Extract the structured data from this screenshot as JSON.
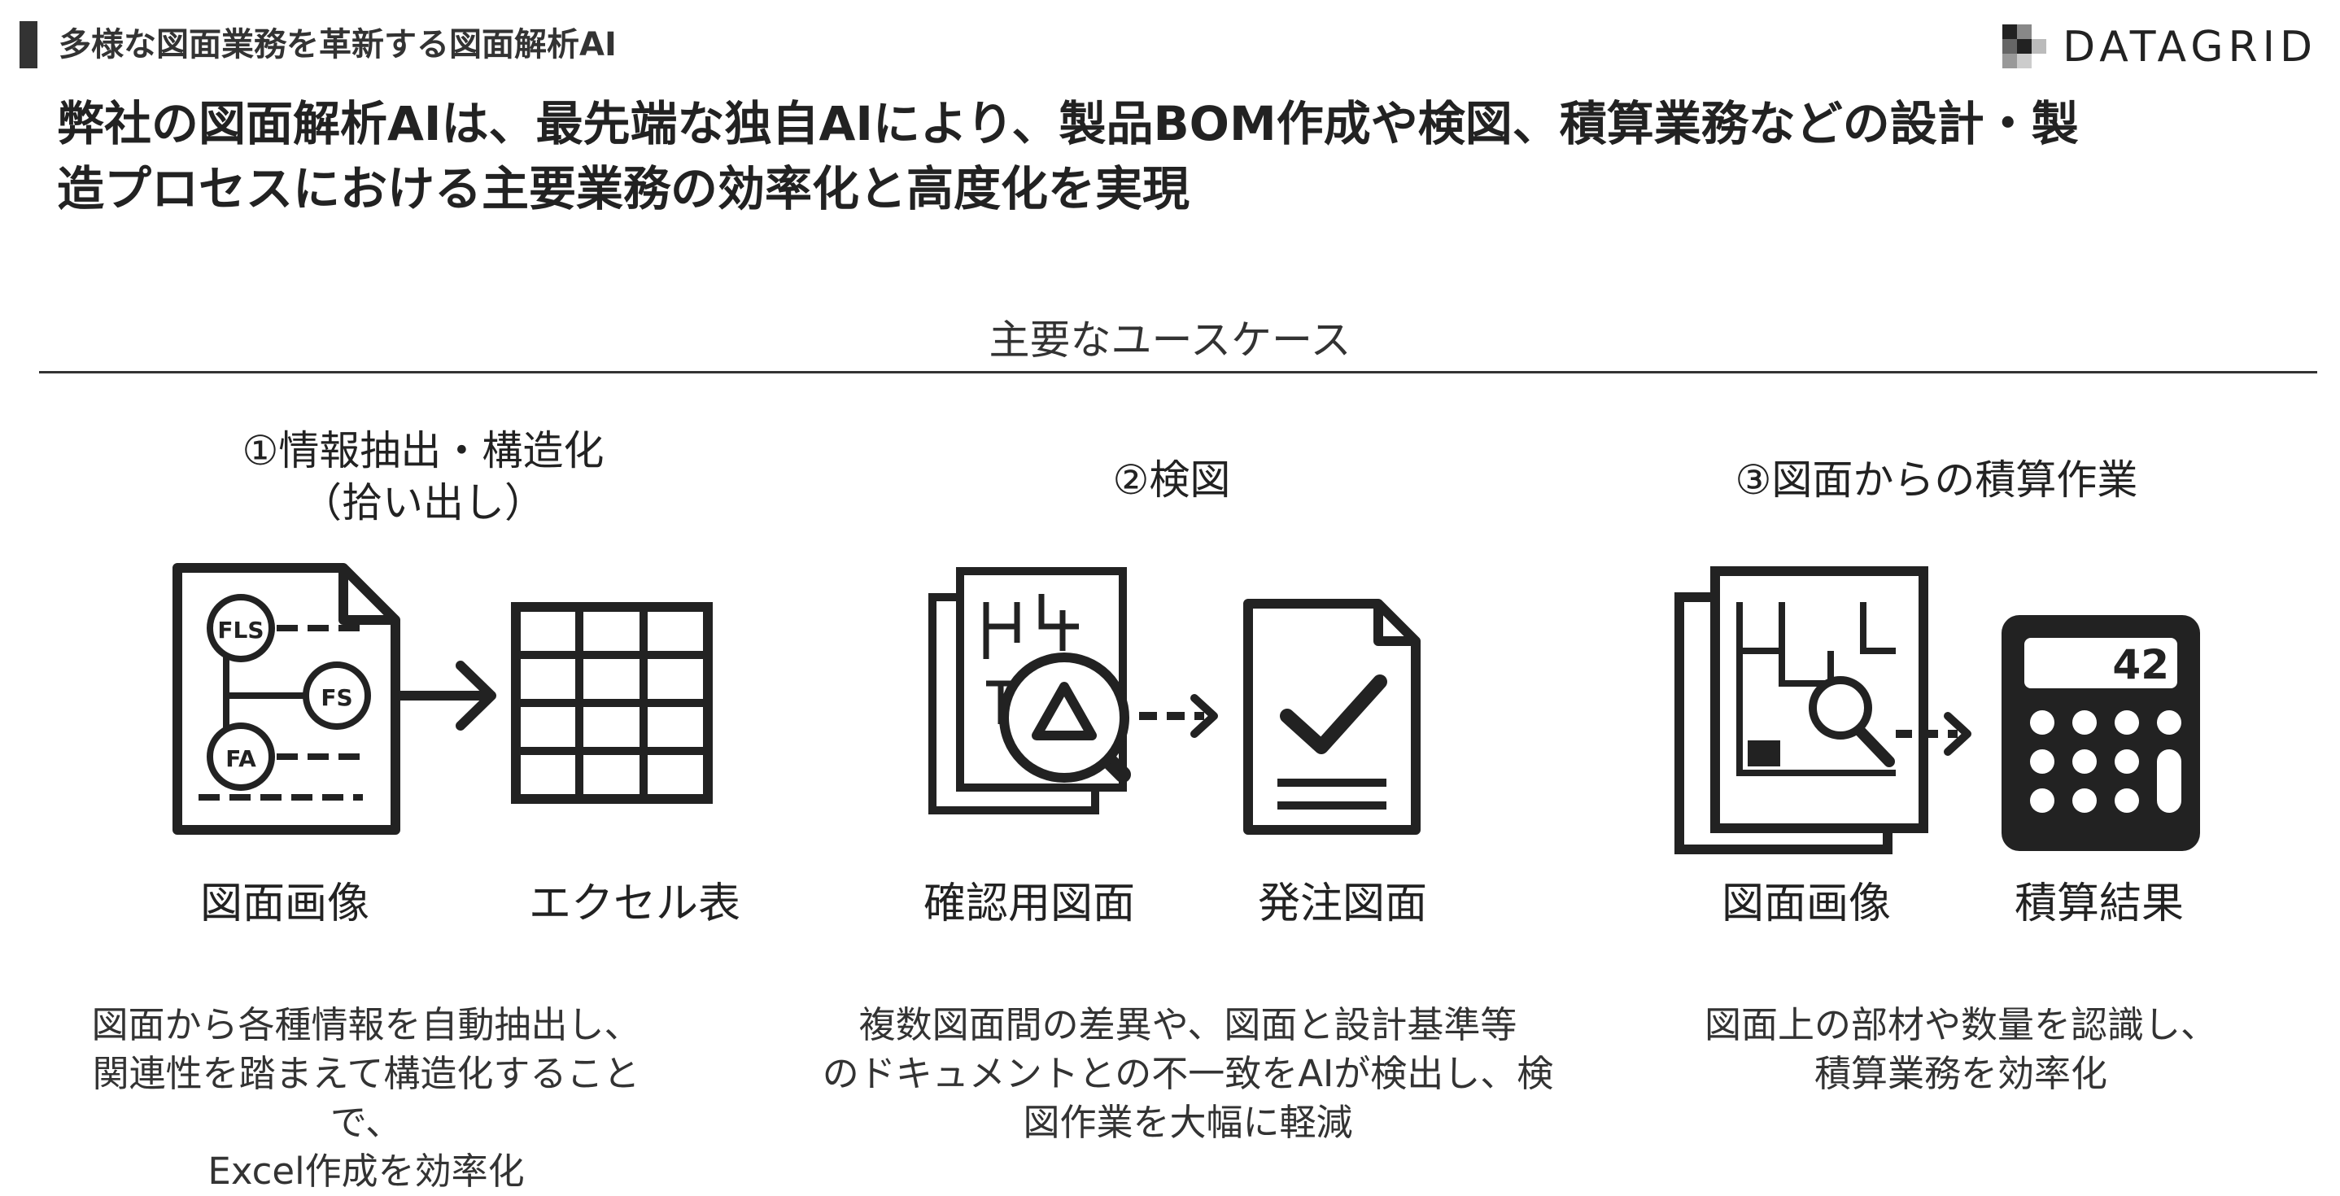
{
  "header": {
    "title": "多様な図面業務を革新する図面解析AI",
    "logo_text": "DATAGRID"
  },
  "headline": {
    "line1": "弊社の図面解析AIは、最先端な独自AIにより、製品BOM作成や検図、積算業務などの設計・製",
    "line2": "造プロセスにおける主要業務の効率化と高度化を実現"
  },
  "section": {
    "title": "主要なユースケース"
  },
  "usecases": [
    {
      "title_line1": "①情報抽出・構造化",
      "title_line2": "（拾い出し）",
      "input_label": "図面画像",
      "output_label": "エクセル表",
      "node_labels": [
        "FLS",
        "FS",
        "FA"
      ],
      "desc_lines": [
        "図面から各種情報を自動抽出し、",
        "関連性を踏まえて構造化することで、",
        "Excel作成を効率化"
      ]
    },
    {
      "title_line1": "②検図",
      "input_label": "確認用図面",
      "output_label": "発注図面",
      "desc_lines": [
        "複数図面間の差異や、図面と設計基準等",
        "のドキュメントとの不一致をAIが検出し、検",
        "図作業を大幅に軽減"
      ]
    },
    {
      "title_line1": "③図面からの積算作業",
      "input_label": "図面画像",
      "output_label": "積算結果",
      "calc_display": "42",
      "desc_lines": [
        "図面上の部材や数量を認識し、",
        "積算業務を効率化"
      ]
    }
  ],
  "colors": {
    "ink": "#222222",
    "bar": "#333333",
    "background": "#ffffff"
  }
}
